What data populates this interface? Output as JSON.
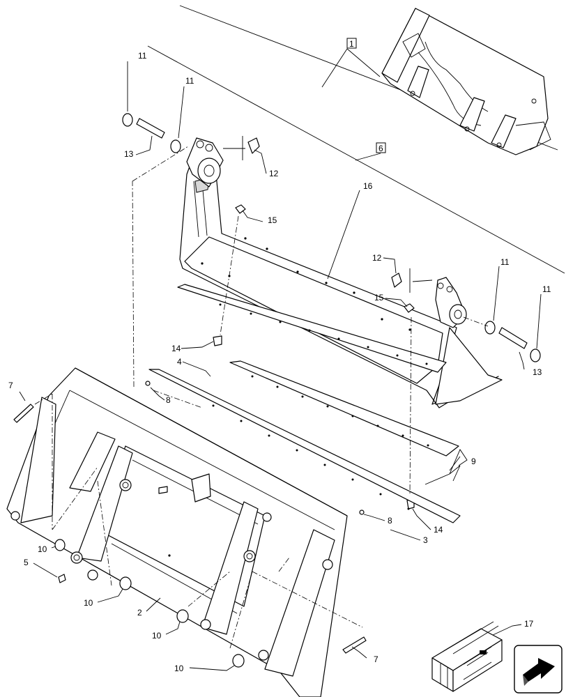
{
  "callouts": {
    "c1": "1",
    "c2": "2",
    "c3": "3",
    "c4": "4",
    "c5": "5",
    "c6": "6",
    "c7a": "7",
    "c7b": "7",
    "c8a": "8",
    "c8b": "8",
    "c9": "9",
    "c10a": "10",
    "c10b": "10",
    "c10c": "10",
    "c10d": "10",
    "c11a": "11",
    "c11b": "11",
    "c11c": "11",
    "c11d": "11",
    "c12a": "12",
    "c12b": "12",
    "c13a": "13",
    "c13b": "13",
    "c14a": "14",
    "c14b": "14",
    "c15a": "15",
    "c15b": "15",
    "c16": "16",
    "c17": "17"
  },
  "icons": {
    "navigation": "next-page-arrow-icon",
    "kit": "crate-icon"
  }
}
